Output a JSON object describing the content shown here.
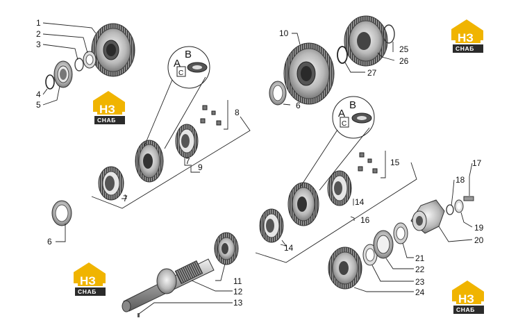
{
  "callouts": [
    "1",
    "2",
    "3",
    "4",
    "5",
    "6",
    "7",
    "8",
    "9",
    "10",
    "11",
    "12",
    "13",
    "14",
    "15",
    "16",
    "17",
    "18",
    "19",
    "20",
    "21",
    "22",
    "23",
    "24",
    "25",
    "26",
    "27"
  ],
  "labels": {
    "c1": "1",
    "c2": "2",
    "c3": "3",
    "c4": "4",
    "c5": "5",
    "c6a": "6",
    "c6b": "6",
    "c7a": "7",
    "c7b": "7",
    "c8": "8",
    "c9": "9",
    "c10": "10",
    "c11": "11",
    "c12": "12",
    "c13": "13",
    "c14a": "14",
    "c14b": "14",
    "c15": "15",
    "c16": "16",
    "c17": "17",
    "c18": "18",
    "c19": "19",
    "c20": "20",
    "c21": "21",
    "c22": "22",
    "c23": "23",
    "c24": "24",
    "c25": "25",
    "c26": "26",
    "c27": "27"
  },
  "detail_a": "A",
  "detail_b": "B",
  "detail_c": "C",
  "logo": {
    "mark": "НЗ",
    "sub": "СНАБ",
    "color": "#f0b400",
    "dark": "#2b2b2b"
  }
}
